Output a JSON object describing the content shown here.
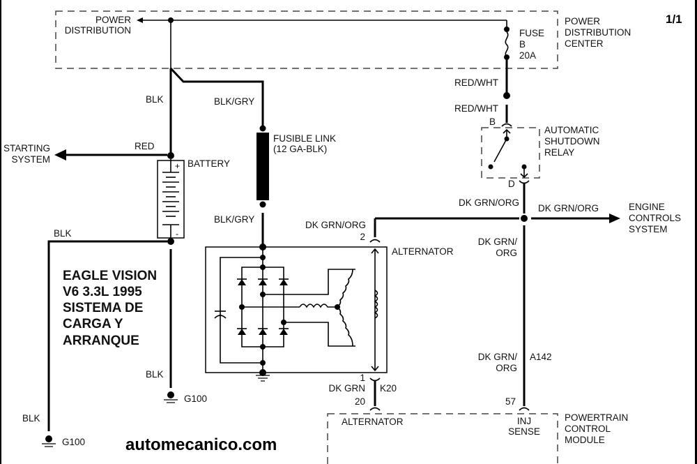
{
  "page_number": "1/1",
  "title_block": [
    "EAGLE VISION",
    "V6 3.3L 1995",
    "SISTEMA DE",
    "CARGA Y",
    "ARRANQUE"
  ],
  "watermark": "automecanico.com",
  "components": {
    "power_distribution": [
      "POWER",
      "DISTRIBUTION"
    ],
    "power_distribution_center": [
      "POWER",
      "DISTRIBUTION",
      "CENTER"
    ],
    "fuse": [
      "FUSE",
      "B",
      "20A"
    ],
    "asd_relay": [
      "AUTOMATIC",
      "SHUTDOWN",
      "RELAY"
    ],
    "battery": "BATTERY",
    "fusible_link": [
      "FUSIBLE LINK",
      "(12 GA-BLK)"
    ],
    "alternator": "ALTERNATOR",
    "starting_system": [
      "STARTING",
      "SYSTEM"
    ],
    "engine_controls": [
      "ENGINE",
      "CONTROLS",
      "SYSTEM"
    ],
    "pcm": [
      "POWERTRAIN",
      "CONTROL",
      "MODULE"
    ],
    "pcm_alternator_pin": "ALTERNATOR",
    "pcm_inj_sense": [
      "INJ",
      "SENSE"
    ],
    "ground_1": "G100",
    "ground_2": "G100"
  },
  "wires": {
    "blk_main": "BLK",
    "blk_gry_top": "BLK/GRY",
    "blk_gry_bottom": "BLK/GRY",
    "red": "RED",
    "blk_left": "BLK",
    "blk_ground_left": "BLK",
    "blk_ground_mid": "BLK",
    "red_wht_1": "RED/WHT",
    "red_wht_2": "RED/WHT",
    "dk_grn_org_alt": "DK GRN/ORG",
    "dk_grn_org_relay": "DK GRN/ORG",
    "dk_grn_org_ecs": "DK GRN/ORG",
    "dk_grn_org_v1": [
      "DK GRN/",
      "ORG"
    ],
    "dk_grn_org_v2": [
      "DK GRN/",
      "ORG"
    ],
    "a142": "A142",
    "dk_grn": "DK GRN",
    "k20": "K20"
  },
  "pins": {
    "relay_b": "B",
    "relay_d": "D",
    "alt_2": "2",
    "alt_1": "1",
    "pcm_20": "20",
    "pcm_57": "57"
  }
}
